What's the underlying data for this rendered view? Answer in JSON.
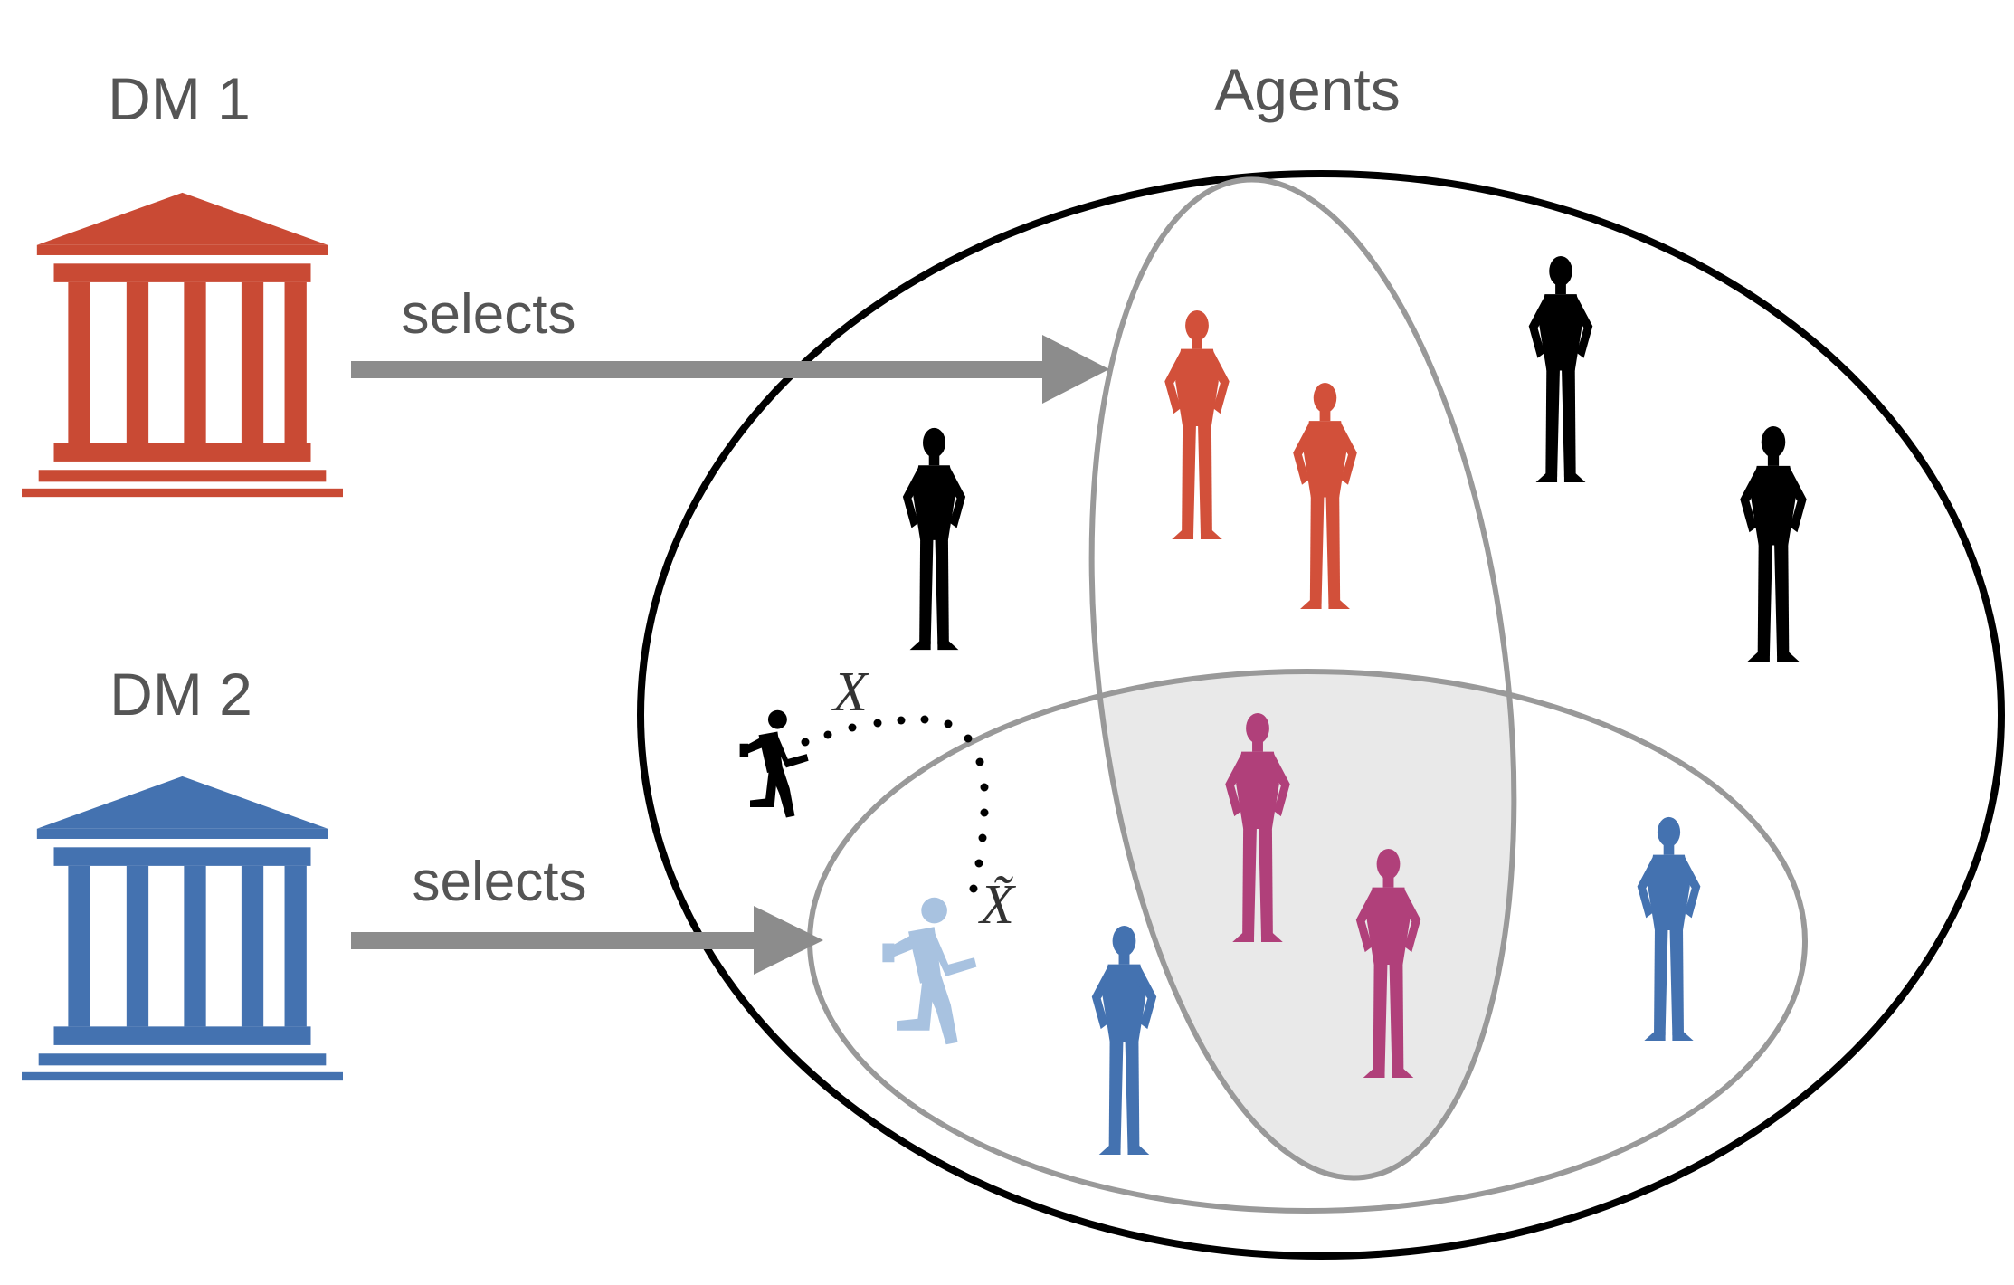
{
  "labels": {
    "dm1": "DM 1",
    "dm2": "DM 2",
    "agents": "Agents",
    "selects_1": "selects",
    "selects_2": "selects",
    "x": "X",
    "x_tilde": "X̃"
  },
  "colors": {
    "dm1": "#c94a34",
    "dm2": "#4472b0",
    "arrow": "#8c8c8c",
    "outer_ellipse": "#000000",
    "group_ellipse": "#999999",
    "intersection_fill": "#e9e9e9",
    "unselected_agent": "#000000",
    "dm1_agent": "#d2503a",
    "dm2_agent": "#4472b0",
    "both_agent": "#b0407a",
    "moved_agent": "#a8c2e0"
  },
  "icons": {
    "institution": "institution-building-icon",
    "agent": "person-silhouette-icon",
    "runner": "running-person-icon"
  }
}
